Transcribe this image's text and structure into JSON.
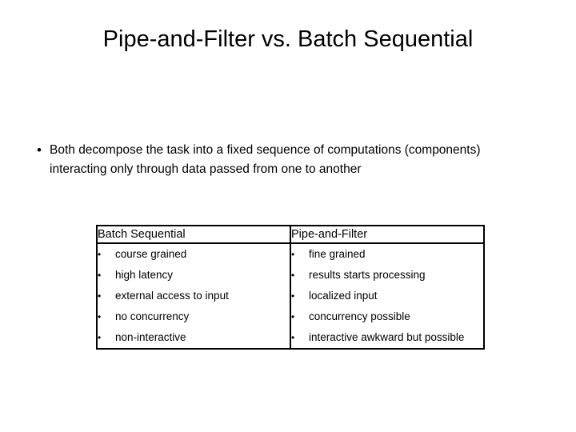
{
  "slide": {
    "title": "Pipe-and-Filter vs. Batch Sequential",
    "bullet_marker": "•",
    "bullets": [
      "Both decompose the task into a fixed sequence of computations (components) interacting only through data passed from one to another"
    ],
    "table": {
      "headers": [
        "Batch Sequential",
        "Pipe-and-Filter"
      ],
      "item_marker": "•",
      "columns": [
        {
          "items": [
            "course grained",
            "high latency",
            "external access to input",
            "no concurrency",
            "non-interactive"
          ]
        },
        {
          "items": [
            "fine grained",
            "results starts processing",
            "localized input",
            "concurrency possible",
            "interactive awkward but possible"
          ]
        }
      ]
    }
  }
}
